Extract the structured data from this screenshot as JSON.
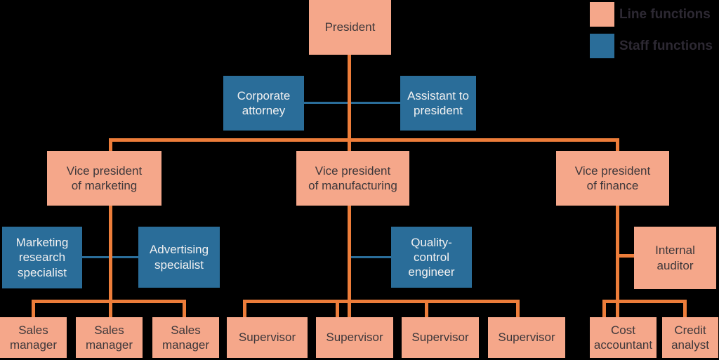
{
  "colors": {
    "line_fill": "#F5A78A",
    "staff_fill": "#2A6D99",
    "connector_orange": "#ED7D3A",
    "connector_blue": "#2A6D99",
    "text_dark": "#3E383B",
    "text_light": "#F2F1F1",
    "legend_text": "#2D2933",
    "background": "#000000"
  },
  "legend": {
    "line_label": "Line functions",
    "staff_label": "Staff functions"
  },
  "org": {
    "president": "President",
    "corporate_attorney": "Corporate\nattorney",
    "assistant_to_president": "Assistant to\npresident",
    "vp_marketing": "Vice president\nof marketing",
    "vp_manufacturing": "Vice president\nof manufacturing",
    "vp_finance": "Vice president\nof finance",
    "marketing_research_specialist": "Marketing\nresearch\nspecialist",
    "advertising_specialist": "Advertising\nspecialist",
    "quality_control_engineer": "Quality-\ncontrol\nengineer",
    "internal_auditor": "Internal\nauditor",
    "sales_managers": [
      "Sales\nmanager",
      "Sales\nmanager",
      "Sales\nmanager"
    ],
    "supervisors": [
      "Supervisor",
      "Supervisor",
      "Supervisor",
      "Supervisor"
    ],
    "cost_accountant": "Cost\naccountant",
    "credit_analyst": "Credit\nanalyst"
  }
}
